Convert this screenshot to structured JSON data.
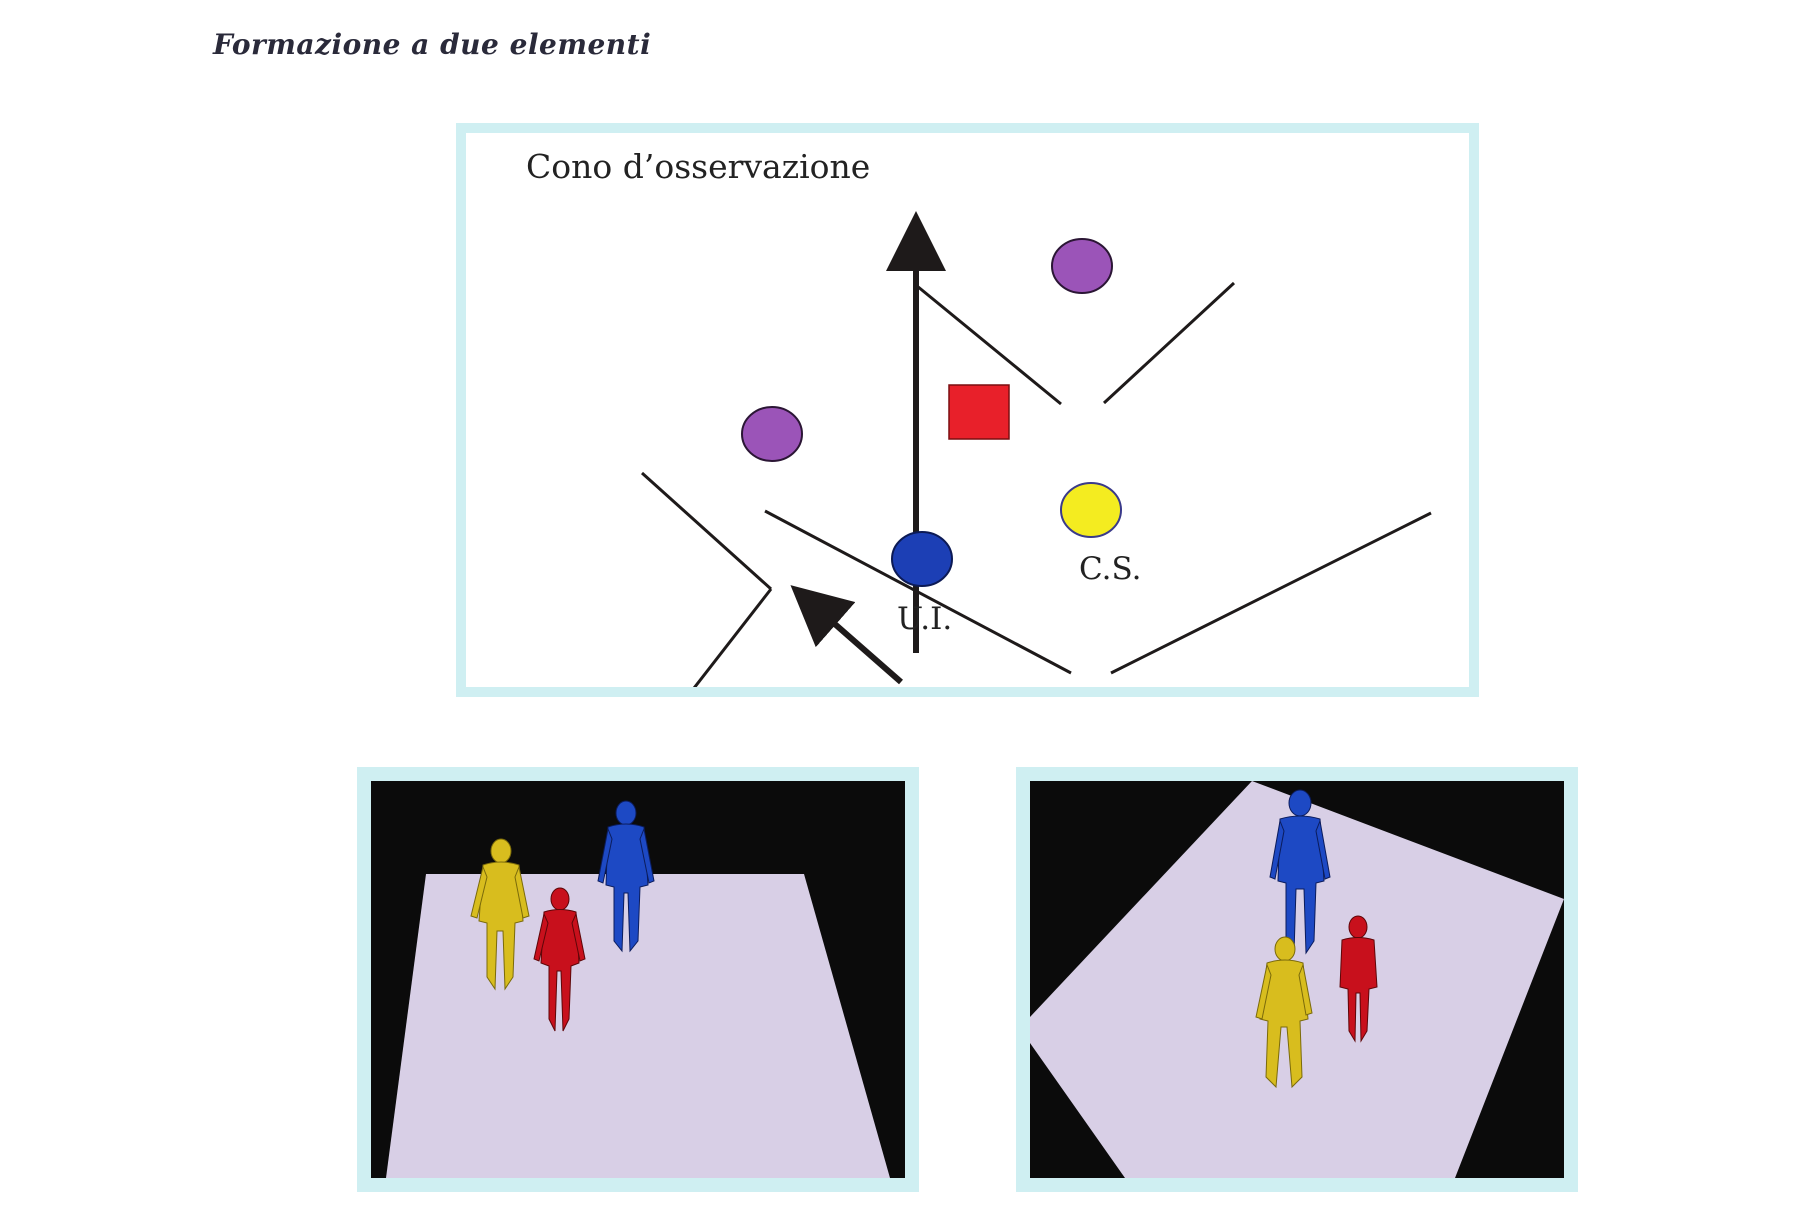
{
  "page": {
    "title": "Formazione a due elementi"
  },
  "diagram": {
    "cone_label": "Cono d’osservazione",
    "labels": {
      "ui": "U.I.",
      "cs": "C.S."
    },
    "colors": {
      "frame": "#cfeff2",
      "purple": "#9b54b8",
      "blue": "#1c3fb5",
      "yellow": "#f4ec20",
      "red": "#e8202a",
      "line": "#1e1a1a"
    },
    "icons": {
      "arrow": "arrow-up-icon",
      "target": "red-square-icon"
    }
  },
  "renders": {
    "background": "#0b0b0b",
    "floor": "#d8cfe6",
    "figure_colors": {
      "yellow": "#d8bd1e",
      "red": "#c8101c",
      "blue": "#1d49c4"
    }
  }
}
